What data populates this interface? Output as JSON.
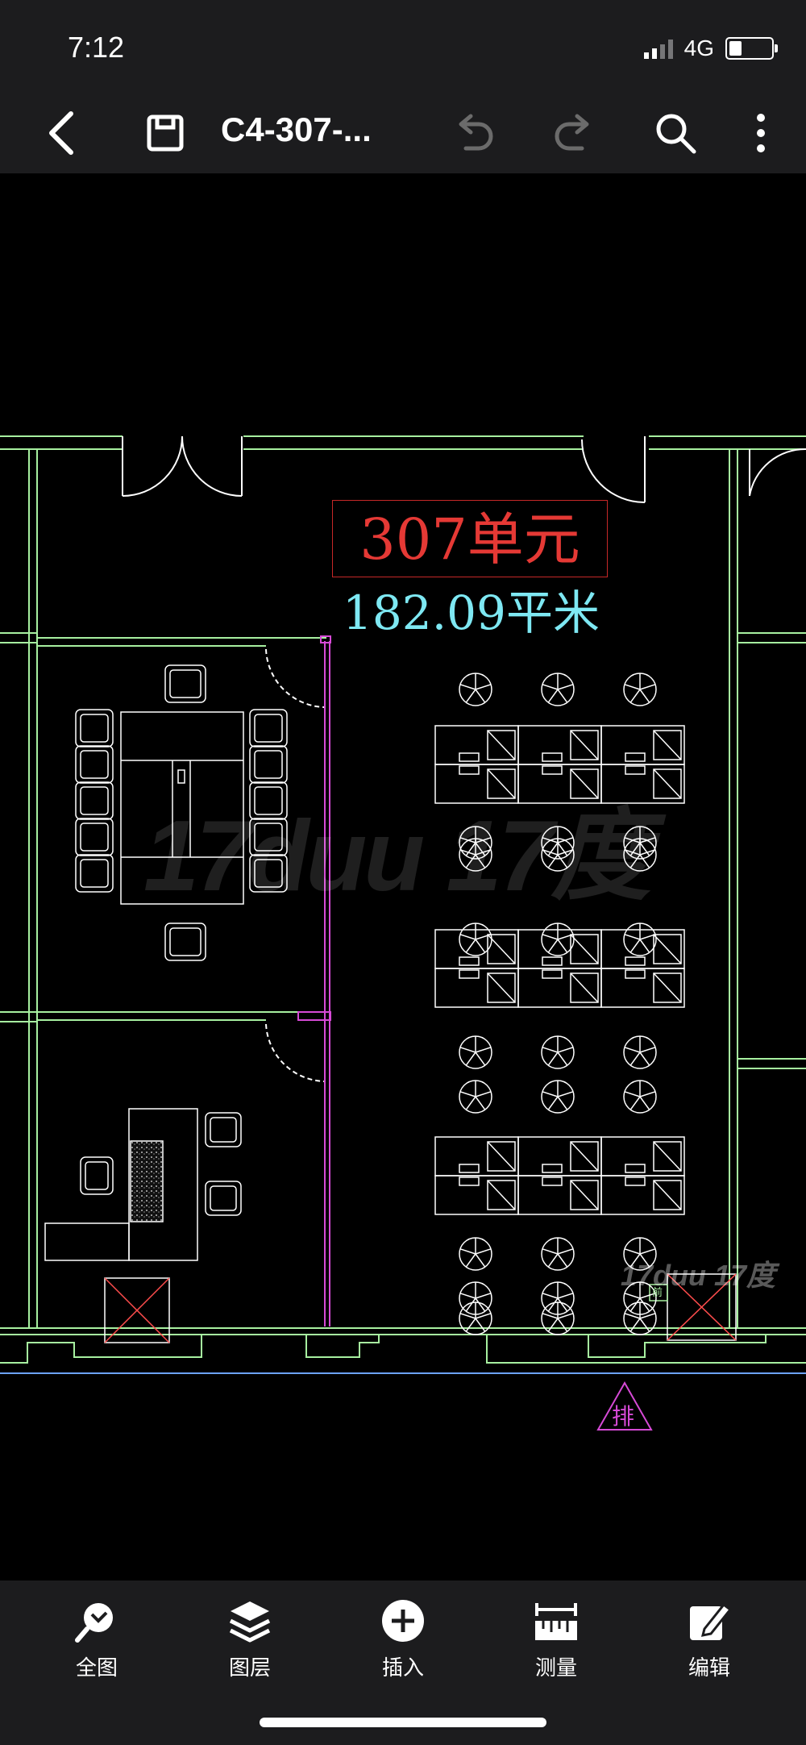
{
  "status": {
    "time": "7:12",
    "network": "4G",
    "battery_level": 0.3
  },
  "toolbar": {
    "title": "C4-307-...",
    "icons": [
      "back-icon",
      "save-icon",
      "undo-icon",
      "redo-icon",
      "search-icon",
      "more-icon"
    ]
  },
  "drawing": {
    "unit_label": "307单元",
    "area_label": "182.09平米",
    "watermark_large": "17duu 17度",
    "watermark_small": "17duu 17度",
    "exhaust_marker": "排",
    "stair_marker": "前"
  },
  "bottom_nav": [
    {
      "label": "全图",
      "icon": "zoom-extents-icon"
    },
    {
      "label": "图层",
      "icon": "layers-icon"
    },
    {
      "label": "插入",
      "icon": "insert-plus-icon"
    },
    {
      "label": "测量",
      "icon": "ruler-icon"
    },
    {
      "label": "编辑",
      "icon": "edit-pen-icon"
    }
  ],
  "colors": {
    "wall": "#a7f0a0",
    "door": "#ffffff",
    "partition": "#d64ad6",
    "unit_text": "#e53935",
    "area_text": "#7ee8f3"
  }
}
